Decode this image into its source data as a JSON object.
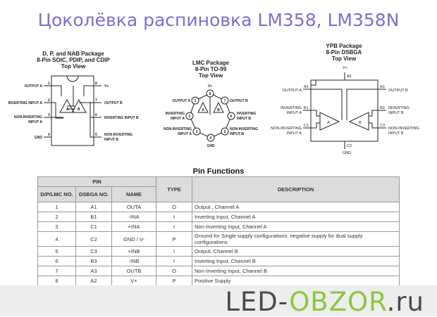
{
  "title": "Цоколёвка распиновка LM358, LM358N",
  "pkg1": {
    "h": [
      "D, P, and NAB Package",
      "8-Pin SOIC, PDIP, and CDIP",
      "Top View"
    ],
    "left": [
      "OUTPUT A",
      "INVERTING INPUT A",
      "NON-INVERTING",
      "INPUT A",
      "GND"
    ],
    "right": [
      "V+",
      "OUTPUT B",
      "INVERTING INPUT B",
      "NON-INVERTING",
      "INPUT B"
    ],
    "pins": [
      "1",
      "2",
      "3",
      "4",
      "5",
      "6",
      "7",
      "8"
    ],
    "amps": [
      "A",
      "B"
    ]
  },
  "pkg2": {
    "h": [
      "LMC Package",
      "8-Pin TO-99",
      "Top View"
    ],
    "labels": [
      "V+",
      "OUTPUT A",
      "OUTPUT B",
      "INVERTING",
      "INPUT A",
      "INVERTING",
      "INPUT B",
      "NON-INVERTING",
      "INPUT A",
      "NON-INVERTING",
      "INPUT B",
      "GND"
    ],
    "pins": [
      "1",
      "2",
      "3",
      "4",
      "5",
      "6",
      "7",
      "8"
    ],
    "amps": [
      "A",
      "B"
    ]
  },
  "pkg3": {
    "h": [
      "YPB Package",
      "8-Pin DSBGA",
      "Top View"
    ],
    "labels": [
      "V+",
      "GND",
      "OUTPUT A",
      "INVERTING",
      "INPUT A",
      "NON-INVERTING",
      "INPUT A",
      "OUTPUT B",
      "INVERTING",
      "INPUT B",
      "NON-INVERTING",
      "INPUT B"
    ],
    "balls": [
      "A1",
      "B1",
      "C1",
      "A2",
      "C2",
      "A3",
      "B3",
      "C3"
    ],
    "amps": [
      "A",
      "B"
    ]
  },
  "table": {
    "title": "Pin Functions",
    "pin": "PIN",
    "cols": [
      "D/P/LMC NO.",
      "DSBGA NO.",
      "NAME",
      "TYPE",
      "DESCRIPTION"
    ],
    "rows": [
      [
        "1",
        "A1",
        "OUTA",
        "O",
        "Output , Channel A"
      ],
      [
        "2",
        "B1",
        "-INA",
        "I",
        "Inverting Input, Channel A"
      ],
      [
        "3",
        "C1",
        "+INA",
        "I",
        "Non-Inverting Input, Channel A"
      ],
      [
        "4",
        "C2",
        "GND / V-",
        "P",
        "Ground for Single supply configurations. negative supply for dual supply configurations"
      ],
      [
        "5",
        "C3",
        "+INB",
        "I",
        "Output, Channel B"
      ],
      [
        "6",
        "B3",
        "-INB",
        "I",
        "Inverting Input, Channel B"
      ],
      [
        "7",
        "A3",
        "OUTB",
        "O",
        "Non-Inverting Input, Channel B"
      ],
      [
        "8",
        "A2",
        "V+",
        "P",
        "Positive Supply"
      ]
    ]
  },
  "logo": {
    "a": "LED-",
    "b": "OBZOR",
    "c": ".ru",
    "colors": {
      "dark": "#4a4a4a",
      "green": "#8dc63f"
    }
  }
}
